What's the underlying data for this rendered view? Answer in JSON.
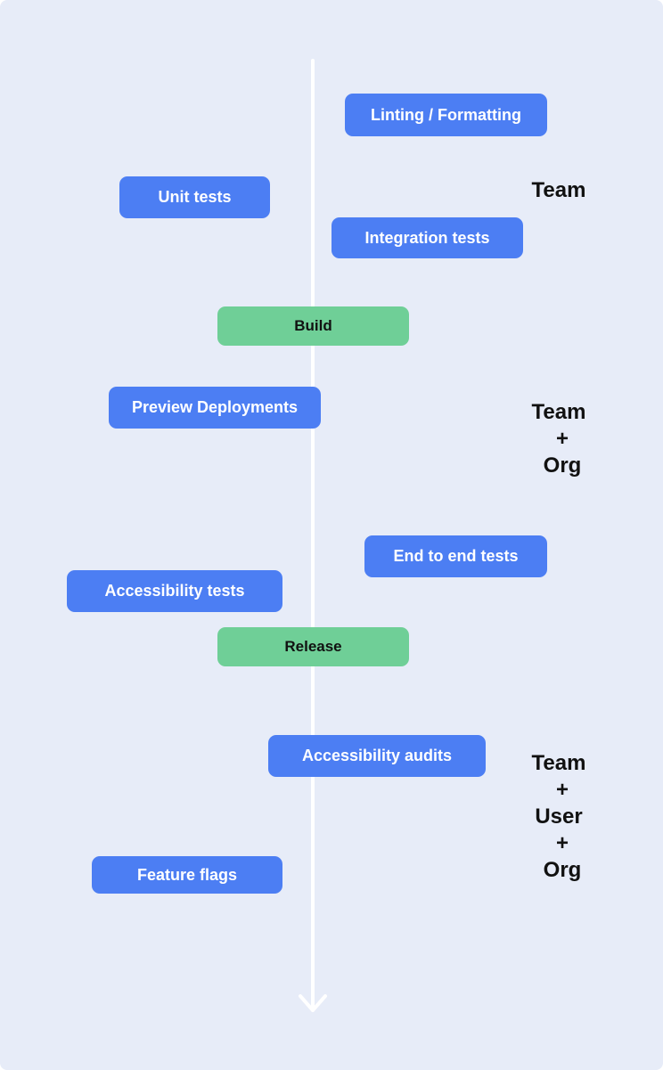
{
  "steps": {
    "linting": "Linting / Formatting",
    "unit_tests": "Unit tests",
    "integration_tests": "Integration tests",
    "build": "Build",
    "preview_deployments": "Preview Deployments",
    "end_to_end_tests": "End to end tests",
    "accessibility_tests": "Accessibility tests",
    "release": "Release",
    "accessibility_audits": "Accessibility audits",
    "feature_flags": "Feature flags"
  },
  "groups": {
    "first": [
      "Team"
    ],
    "second": [
      "Team",
      "+",
      "Org"
    ],
    "third": [
      "Team",
      "+",
      "User",
      "+",
      "Org"
    ]
  },
  "colors": {
    "background": "#e7ecf8",
    "step": "#4c7ef3",
    "milestone": "#6fcf97",
    "axis": "#ffffff"
  }
}
